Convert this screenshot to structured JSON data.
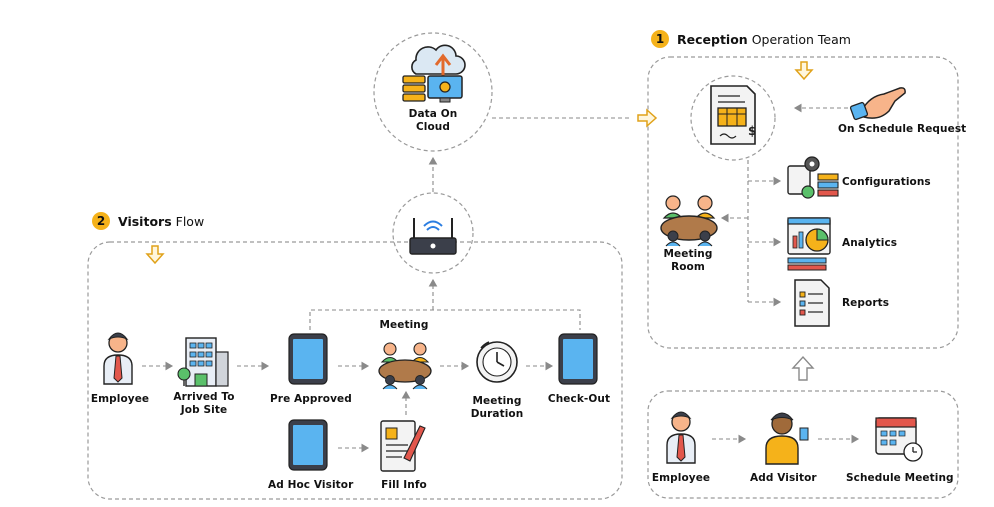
{
  "reception": {
    "number": "1",
    "title_bold": "Reception",
    "title_rest": "Operation Team",
    "on_schedule_request": "On Schedule Request",
    "configurations": "Configurations",
    "analytics": "Analytics",
    "reports": "Reports",
    "meeting_room": "Meeting Room"
  },
  "cloud": {
    "label": "Data On Cloud"
  },
  "visitors": {
    "number": "2",
    "title_bold": "Visitors",
    "title_rest": "Flow",
    "employee": "Employee",
    "arrived": "Arrived To Job Site",
    "pre_approved": "Pre Approved",
    "meeting": "Meeting",
    "meeting_duration": "Meeting Duration",
    "check_out": "Check-Out",
    "ad_hoc": "Ad Hoc Visitor",
    "fill_info": "Fill Info"
  },
  "bottom": {
    "employee": "Employee",
    "add_visitor": "Add Visitor",
    "schedule_meeting": "Schedule Meeting"
  },
  "colors": {
    "accent": "#f5b21a",
    "tablet_screen": "#5ab4f0",
    "dashed": "#9a9a9a"
  }
}
